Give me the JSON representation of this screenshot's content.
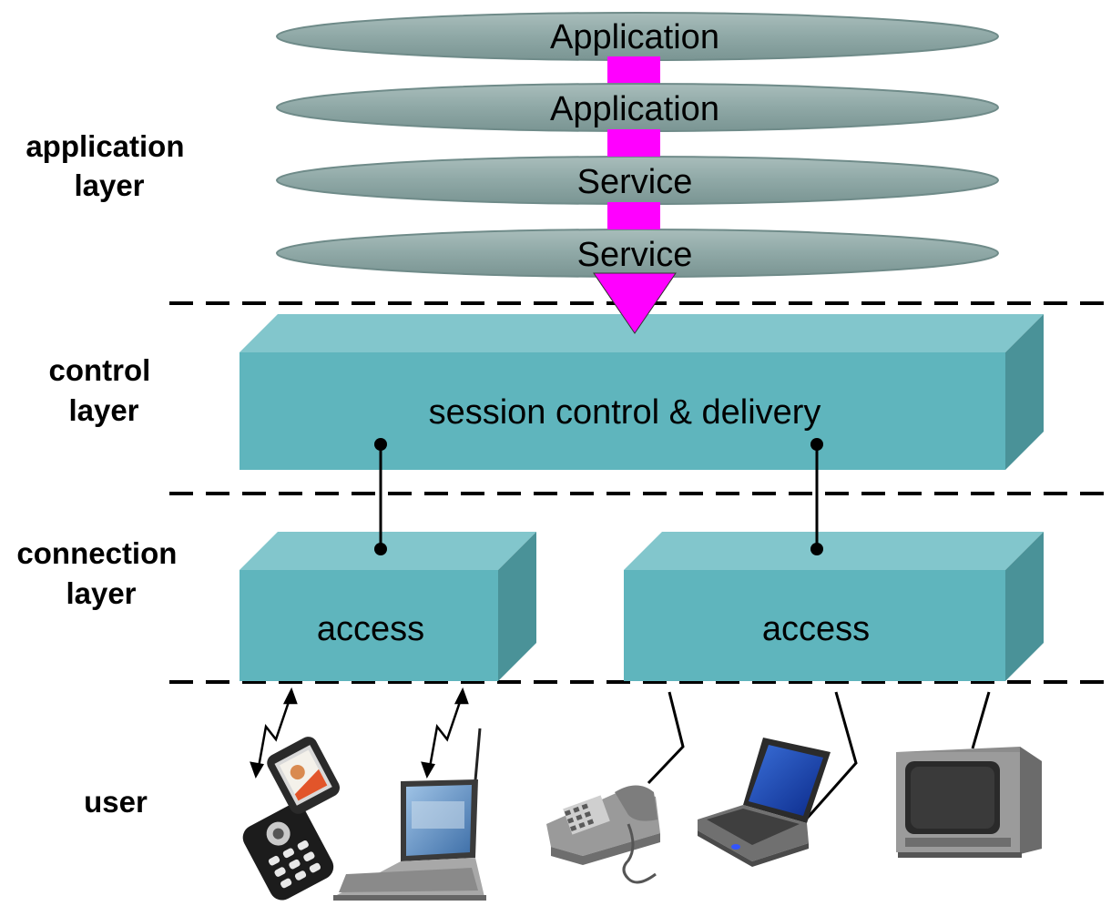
{
  "layers": {
    "application": [
      "application",
      "layer"
    ],
    "control": [
      "control",
      "layer"
    ],
    "connection": [
      "connection",
      "layer"
    ],
    "user": "user"
  },
  "stack_discs": [
    "Application",
    "Application",
    "Service",
    "Service"
  ],
  "control_box": "session control & delivery",
  "access_boxes": [
    "access",
    "access"
  ],
  "devices": [
    "mobile-phone",
    "laptop-wireless",
    "desk-telephone",
    "laptop-wired",
    "crt-monitor"
  ],
  "colors": {
    "disc": "#8fa8a6",
    "disc_edge": "#6f8b89",
    "arrow": "#ff00ff",
    "box_front": "#5fb5bd",
    "box_top": "#82c6cc",
    "box_side": "#4a9298",
    "dashed_line": "#000000"
  }
}
